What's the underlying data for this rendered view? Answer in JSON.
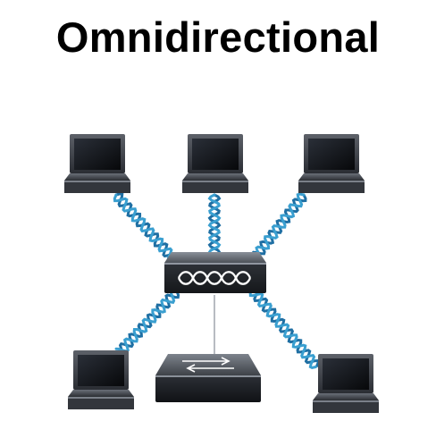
{
  "title": "Omnidirectional",
  "nodes": {
    "laptops": [
      {
        "id": "laptop-top-left",
        "icon": "laptop-icon"
      },
      {
        "id": "laptop-top-center",
        "icon": "laptop-icon"
      },
      {
        "id": "laptop-top-right",
        "icon": "laptop-icon"
      },
      {
        "id": "laptop-bottom-left",
        "icon": "laptop-icon"
      },
      {
        "id": "laptop-bottom-right",
        "icon": "laptop-icon"
      }
    ],
    "hub": {
      "id": "central-hub",
      "icon": "hub-device-icon"
    },
    "switch": {
      "id": "network-switch",
      "icon": "switch-icon"
    }
  },
  "links": [
    {
      "from": "central-hub",
      "to": "laptop-top-left",
      "style": "double-helix"
    },
    {
      "from": "central-hub",
      "to": "laptop-top-center",
      "style": "double-helix"
    },
    {
      "from": "central-hub",
      "to": "laptop-top-right",
      "style": "double-helix"
    },
    {
      "from": "central-hub",
      "to": "laptop-bottom-left",
      "style": "double-helix"
    },
    {
      "from": "central-hub",
      "to": "laptop-bottom-right",
      "style": "double-helix"
    },
    {
      "from": "central-hub",
      "to": "network-switch",
      "style": "thin-line"
    }
  ],
  "colors": {
    "helix": "#3a9fd0",
    "helix_dark": "#1f6fa3",
    "device_body": "#2f333a",
    "screen": "#0c0e12",
    "text": "#000000"
  }
}
